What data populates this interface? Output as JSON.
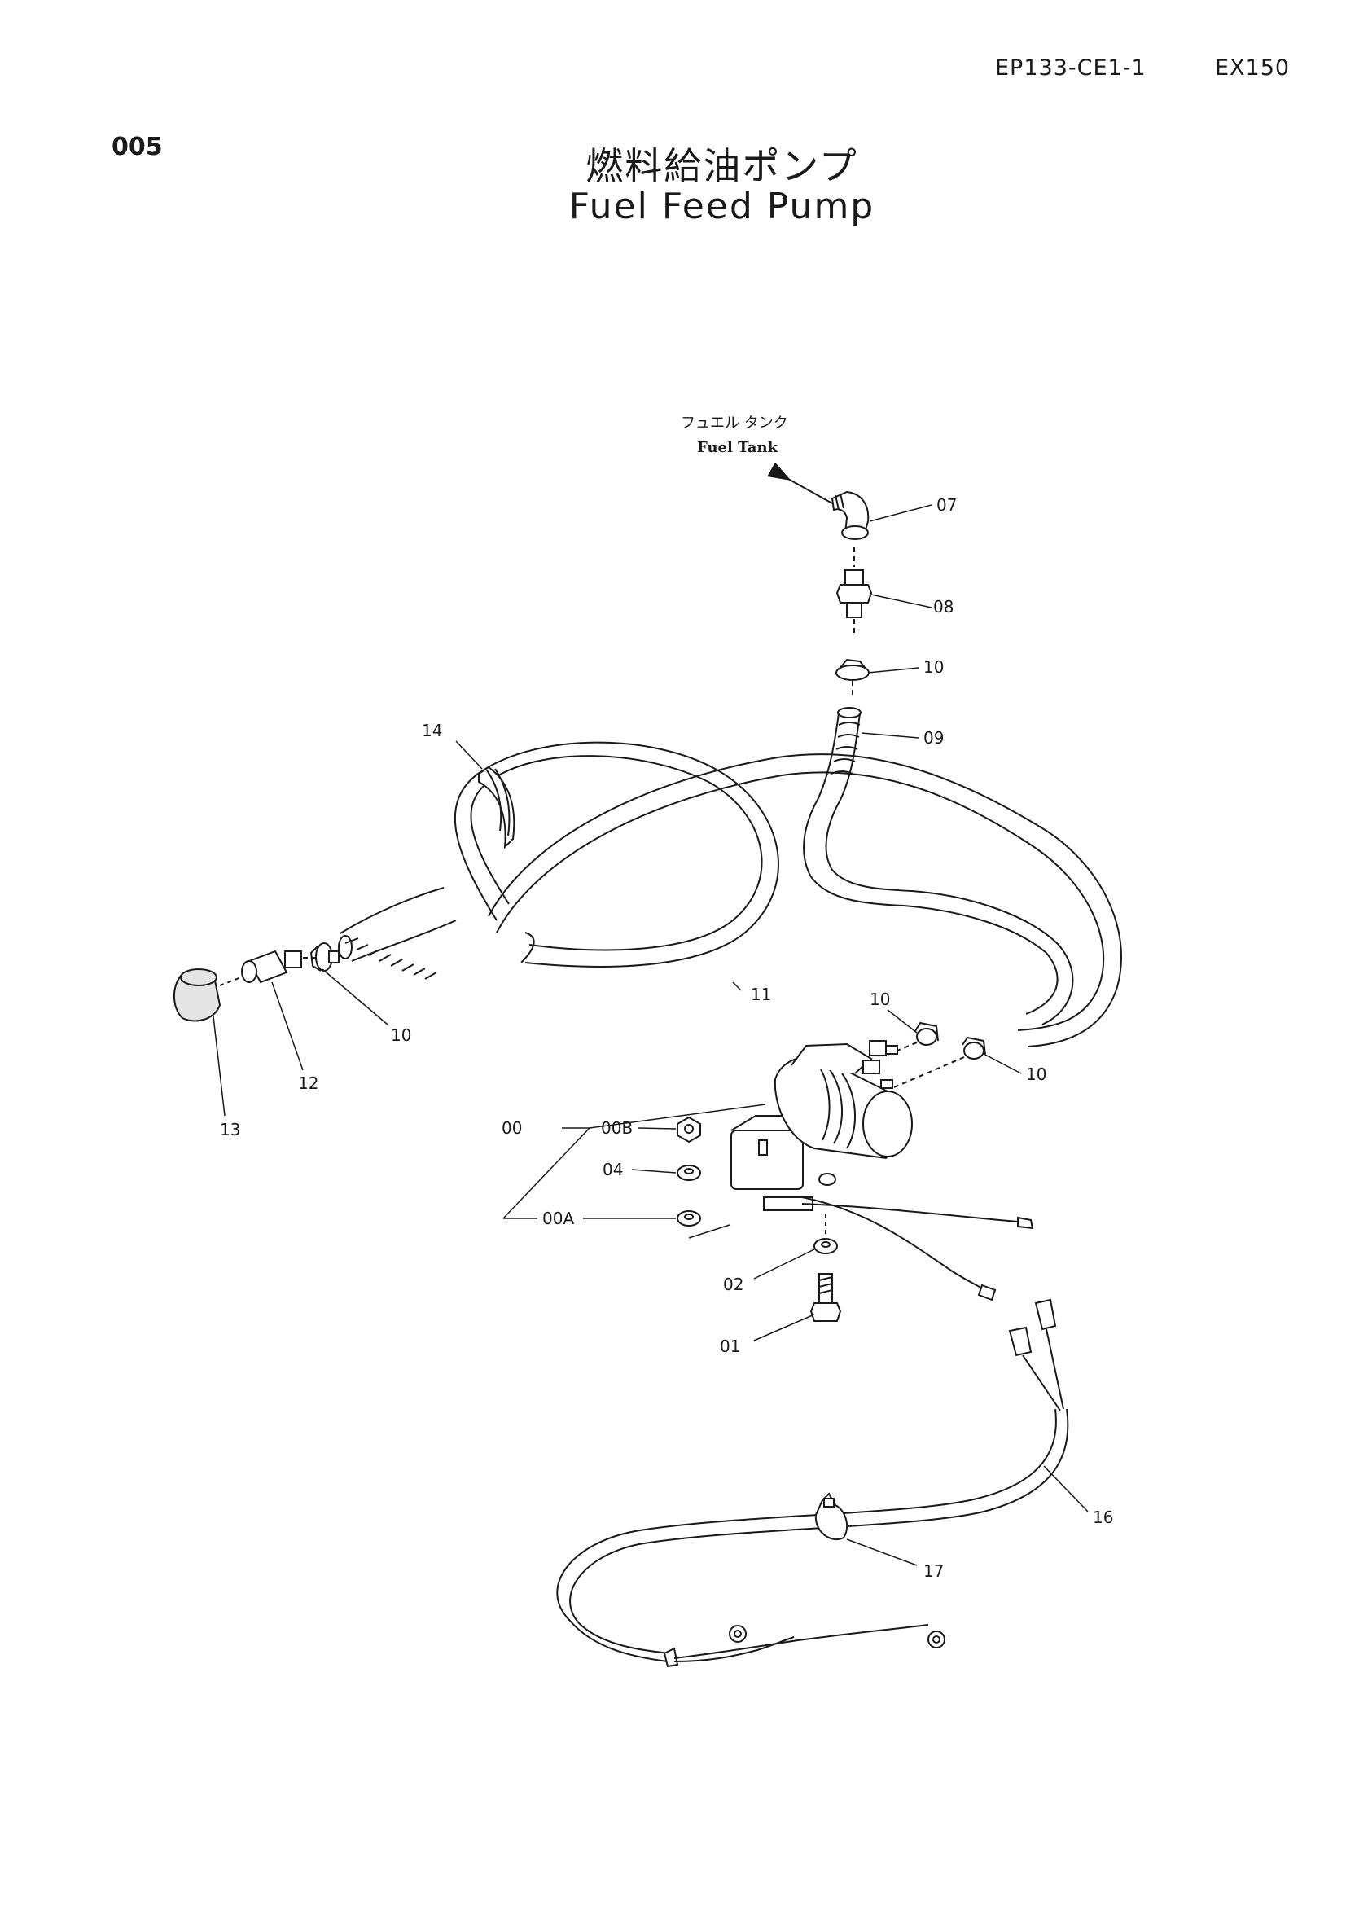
{
  "header": {
    "doc_code": "EP133-CE1-1",
    "model": "EX150",
    "page_number": "005"
  },
  "title": {
    "japanese": "燃料給油ポンプ",
    "english": "Fuel Feed Pump"
  },
  "destination": {
    "japanese": "フュエル タンク",
    "english": "Fuel Tank"
  },
  "part_labels": [
    "07",
    "08",
    "10",
    "09",
    "14",
    "11",
    "10",
    "12",
    "13",
    "10",
    "10",
    "00",
    "00B",
    "04",
    "00A",
    "02",
    "01",
    "16",
    "17"
  ]
}
